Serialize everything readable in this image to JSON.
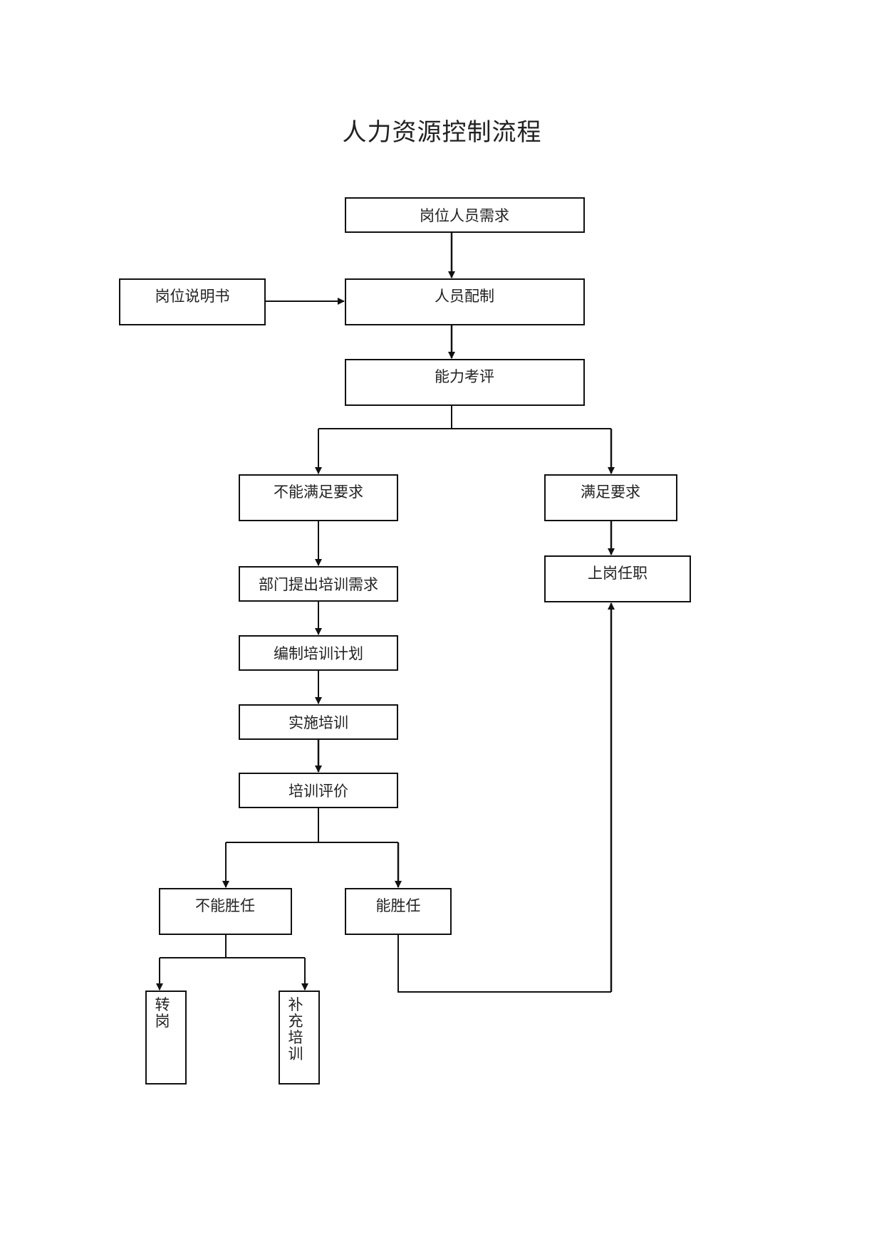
{
  "title": "人力资源控制流程",
  "nodes": {
    "demand": "岗位人员需求",
    "job_desc": "岗位说明书",
    "staffing": "人员配制",
    "assessment": "能力考评",
    "not_meet": "不能满足要求",
    "meet": "满足要求",
    "dept_request": "部门提出培训需求",
    "on_post": "上岗任职",
    "plan": "编制培训计划",
    "implement": "实施培训",
    "evaluate": "培训评价",
    "incompetent": "不能胜任",
    "competent": "能胜任",
    "transfer": "转岗",
    "retrain": "补充培训"
  }
}
